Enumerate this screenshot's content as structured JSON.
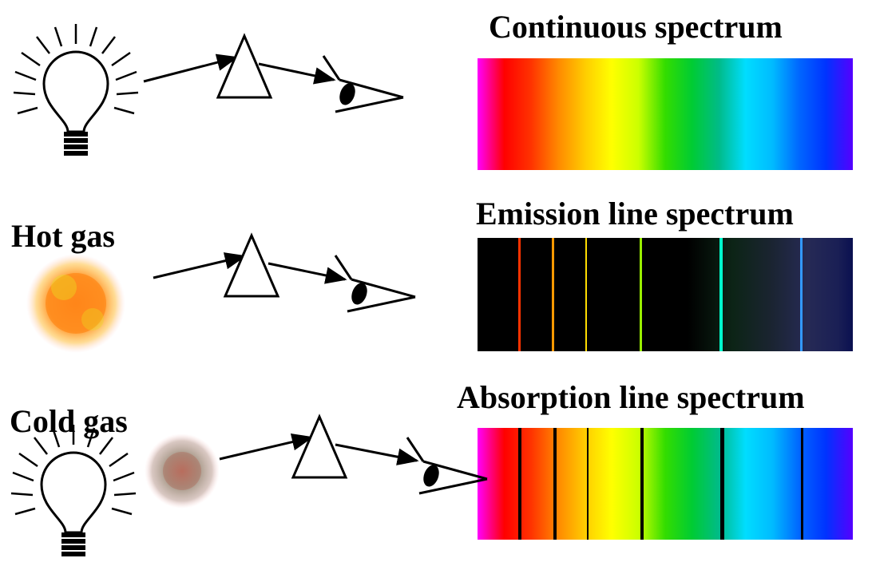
{
  "titles": {
    "continuous": "Continuous spectrum",
    "emission": "Emission line spectrum",
    "absorption": "Absorption line spectrum"
  },
  "labels": {
    "hot_gas": "Hot gas",
    "cold_gas": "Cold gas"
  },
  "icons": [
    "light-bulb-icon",
    "prism-icon",
    "eye-icon",
    "arrow-icon",
    "hot-gas-cloud-icon",
    "cold-gas-cloud-icon"
  ],
  "colors": {
    "continuous_gradient": [
      "#ff00ff",
      "#ff0000",
      "#ff3300",
      "#ff8800",
      "#ffcc00",
      "#ffff00",
      "#ccff00",
      "#33dd00",
      "#00cc33",
      "#00bb88",
      "#00ddff",
      "#00bbff",
      "#0066ff",
      "#0033ff",
      "#5500ff"
    ],
    "emission_background": "#000000",
    "emission_lines": [
      "#ff3300",
      "#ff9900",
      "#ffdd00",
      "#99ee00",
      "#00ffcc",
      "#3399ff"
    ],
    "absorption_lines": "#000000",
    "hot_gas": "#ff8a1a",
    "cold_gas": "#b89a90"
  }
}
